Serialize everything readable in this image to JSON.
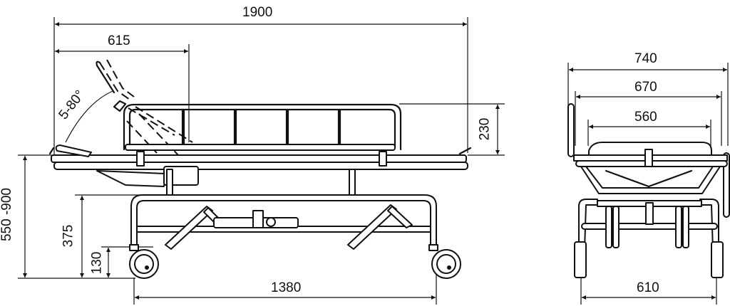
{
  "drawing": {
    "title": "Stretcher trolley dimensional drawing",
    "views": [
      "side-view",
      "end-view"
    ],
    "units": "mm",
    "side_view": {
      "overall_length": "1900",
      "backrest_length": "615",
      "backrest_angle": "5-80°",
      "side_rail_height": "230",
      "platform_height_range": "550 -900",
      "base_frame_height": "375",
      "wheel_height": "130",
      "wheelbase": "1380"
    },
    "end_view": {
      "overall_width": "740",
      "frame_width": "670",
      "platform_width": "560",
      "wheel_track": "610"
    }
  }
}
